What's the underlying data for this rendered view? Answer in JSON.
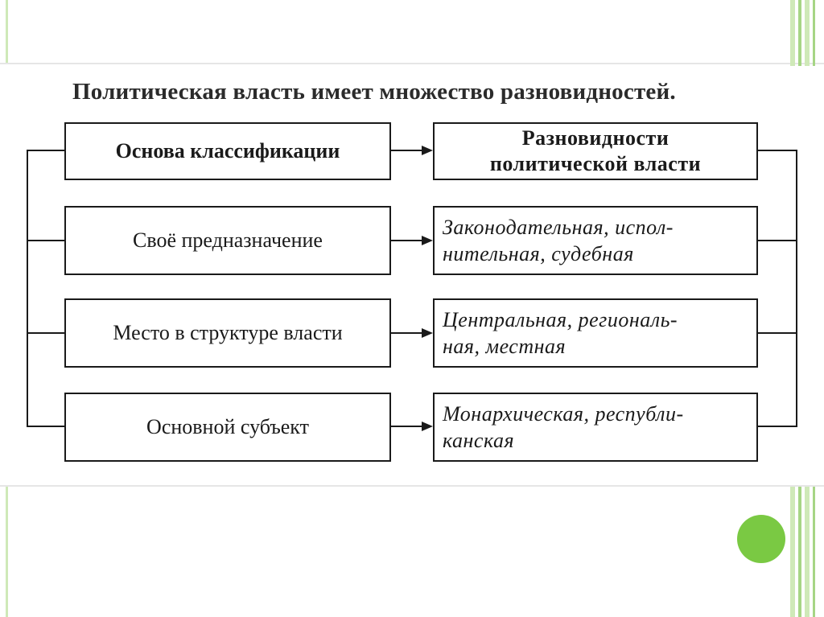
{
  "heading": "Политическая власть имеет множество разновидностей.",
  "header_row": {
    "left": "Основа классификации",
    "right_line1": "Разновидности",
    "right_line2": "политической власти"
  },
  "rows": [
    {
      "left": "Своё предназначение",
      "right_line1": "Законодательная, испол-",
      "right_line2": "нительная, судебная"
    },
    {
      "left": "Место в структуре власти",
      "right_line1": "Центральная, региональ-",
      "right_line2": "ная, местная"
    },
    {
      "left": "Основной субъект",
      "right_line1": "Монархическая, республи-",
      "right_line2": "канская"
    }
  ],
  "colors": {
    "accent_green": "#7ac943",
    "stripe_light_green": "#cfe9b8",
    "stripe_green": "#a6d585"
  }
}
